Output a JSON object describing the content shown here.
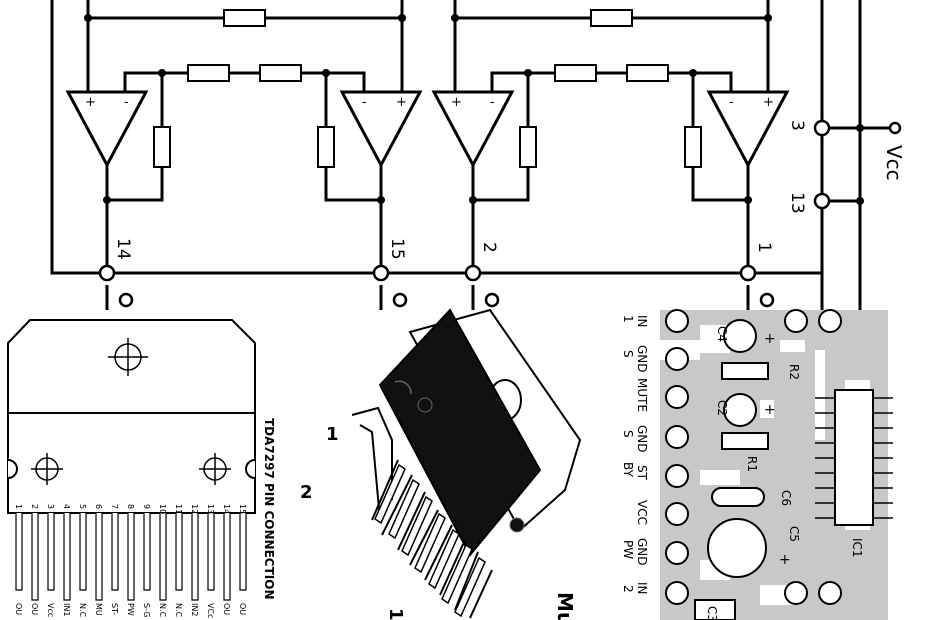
{
  "schematic": {
    "amp_pins": [
      "14",
      "15",
      "2",
      "1"
    ],
    "supply_pins": [
      "3",
      "13"
    ],
    "supply_label": "Vcc",
    "opamp_signs": {
      "plus": "+",
      "minus": "-"
    }
  },
  "package": {
    "title": "TDA7297 PIN CONNECTION",
    "pin_numbers": [
      "1",
      "2",
      "3",
      "4",
      "5",
      "6",
      "7",
      "8",
      "9",
      "10",
      "11",
      "12",
      "13",
      "14",
      "15"
    ],
    "pin_names": [
      "OU",
      "OU",
      "Vcc",
      "IN1",
      "N.C",
      "MU",
      "ST-",
      "PW",
      "S-G",
      "N.C",
      "N.C",
      "IN2",
      "VCc",
      "OU",
      "OU"
    ]
  },
  "chip_photo": {
    "pin_labels": [
      "1",
      "2",
      "1"
    ],
    "caption_fragment": "Mu"
  },
  "pcb": {
    "pad_labels": [
      [
        "IN",
        "1"
      ],
      [
        "GND",
        "S"
      ],
      [
        "MUTE"
      ],
      [
        "GND",
        "S"
      ],
      [
        "ST",
        "BY"
      ],
      [
        "VCC"
      ],
      [
        "GND",
        "PW"
      ],
      [
        "IN",
        "2"
      ]
    ],
    "components": [
      "C4",
      "R2",
      "C2",
      "R1",
      "C6",
      "C5",
      "IC1",
      "C3"
    ],
    "polarity": "+"
  }
}
